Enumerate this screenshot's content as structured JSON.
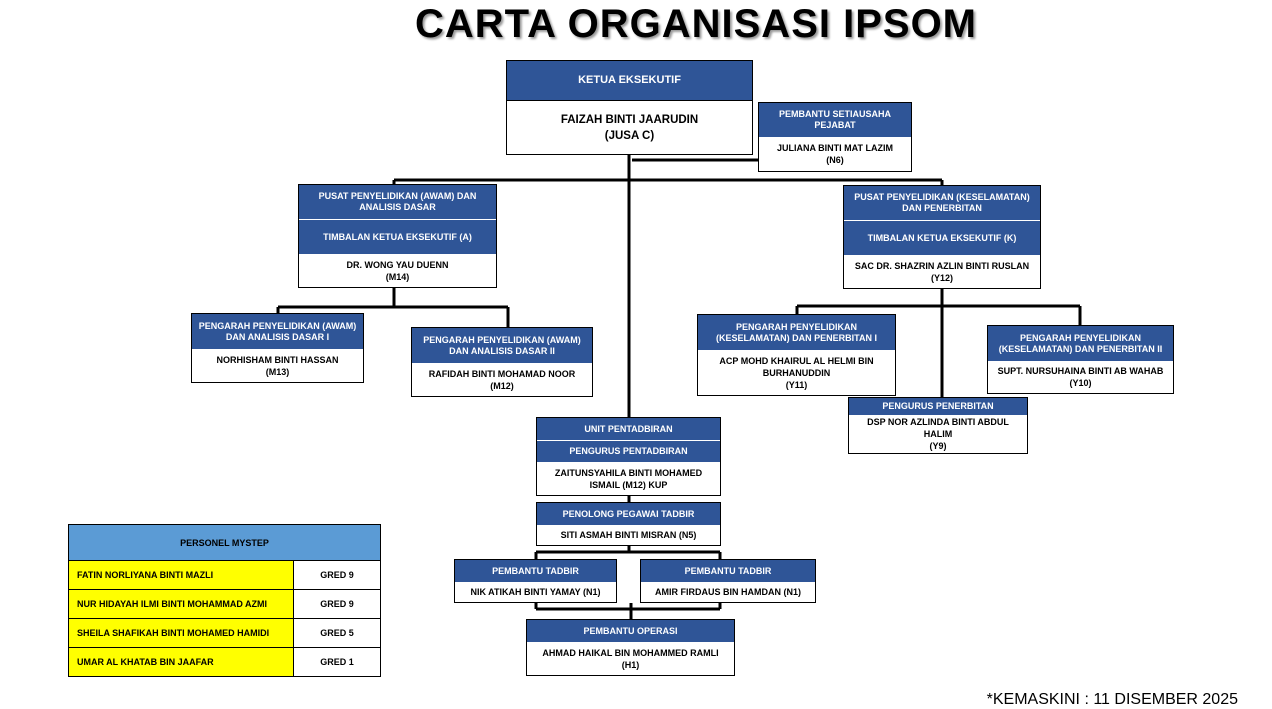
{
  "title": "CARTA ORGANISASI IPSOM",
  "chart": {
    "ketua": {
      "heading": "KETUA EKSEKUTIF",
      "name": "FAIZAH BINTI JAARUDIN",
      "grade": "(JUSA C)"
    },
    "setiausaha": {
      "heading": "PEMBANTU SETIAUSAHA PEJABAT",
      "name": "JULIANA BINTI MAT LAZIM",
      "grade": "(N6)"
    },
    "pusat_awam": {
      "heading": "PUSAT PENYELIDIKAN (AWAM) DAN ANALISIS DASAR",
      "role": "TIMBALAN KETUA EKSEKUTIF (A)",
      "name": "DR. WONG YAU DUENN",
      "grade": "(M14)"
    },
    "pusat_keselamatan": {
      "heading": "PUSAT PENYELIDIKAN (KESELAMATAN) DAN PENERBITAN",
      "role": "TIMBALAN KETUA EKSEKUTIF (K)",
      "name": "SAC DR. SHAZRIN AZLIN BINTI RUSLAN",
      "grade": "(Y12)"
    },
    "awam_1": {
      "heading": "PENGARAH PENYELIDIKAN (AWAM) DAN ANALISIS DASAR I",
      "name": "NORHISHAM BINTI HASSAN",
      "grade": "(M13)"
    },
    "awam_2": {
      "heading": "PENGARAH PENYELIDIKAN (AWAM) DAN ANALISIS DASAR II",
      "name": "RAFIDAH BINTI MOHAMAD NOOR",
      "grade": "(M12)"
    },
    "kes_1": {
      "heading": "PENGARAH PENYELIDIKAN (KESELAMATAN) DAN PENERBITAN I",
      "name": "ACP MOHD KHAIRUL AL HELMI BIN BURHANUDDIN",
      "grade": "(Y11)"
    },
    "kes_2": {
      "heading": "PENGARAH PENYELIDIKAN (KESELAMATAN) DAN PENERBITAN II",
      "name": "SUPT. NURSUHAINA BINTI AB WAHAB",
      "grade": "(Y10)"
    },
    "penerbitan": {
      "heading": "PENGURUS PENERBITAN",
      "name": "DSP NOR AZLINDA BINTI ABDUL HALIM",
      "grade": "(Y9)"
    },
    "pentadbiran": {
      "heading": "UNIT PENTADBIRAN",
      "role": "PENGURUS PENTADBIRAN",
      "name": "ZAITUNSYAHILA BINTI MOHAMED",
      "grade": "ISMAIL (M12) KUP"
    },
    "penolong": {
      "heading": "PENOLONG PEGAWAI TADBIR",
      "name": "SITI ASMAH BINTI MISRAN (N5)"
    },
    "tadbir_1": {
      "heading": "PEMBANTU TADBIR",
      "name": "NIK ATIKAH BINTI YAMAY (N1)"
    },
    "tadbir_2": {
      "heading": "PEMBANTU TADBIR",
      "name": "AMIR FIRDAUS BIN HAMDAN (N1)"
    },
    "operasi": {
      "heading": "PEMBANTU OPERASI",
      "name": "AHMAD HAIKAL BIN MOHAMMED RAMLI",
      "grade": "(H1)"
    }
  },
  "personnel": {
    "heading": "PERSONEL MYSTEP",
    "rows": [
      {
        "name": "FATIN NORLIYANA BINTI MAZLI",
        "grade": "GRED 9"
      },
      {
        "name": "NUR HIDAYAH ILMI BINTI MOHAMMAD AZMI",
        "grade": "GRED 9"
      },
      {
        "name": "SHEILA SHAFIKAH BINTI MOHAMED HAMIDI",
        "grade": "GRED 5"
      },
      {
        "name": "UMAR AL KHATAB BIN JAAFAR",
        "grade": "GRED 1"
      }
    ]
  },
  "updated": "*KEMASKINI : 11 DISEMBER 2025"
}
